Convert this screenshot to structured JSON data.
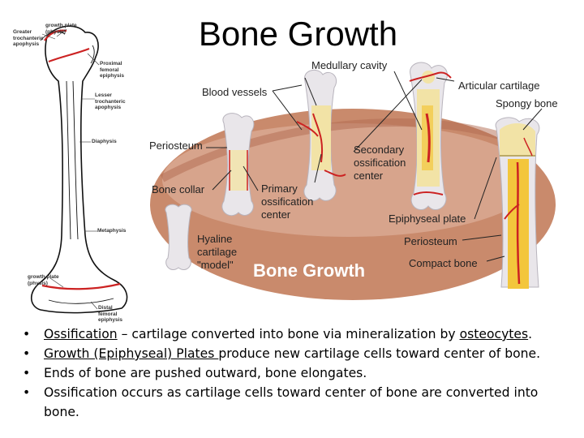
{
  "title": "Bone Growth",
  "femur_labels": {
    "greater_trochanteric": "Greater trochanteric apophysis",
    "growth_plate_top": "growth plate (physis)",
    "proximal_femoral": "Proximal femoral epiphysis",
    "lesser_trochanteric": "Lesser trochanteric apophysis",
    "diaphysis": "Diaphysis",
    "metaphysis": "Metaphysis",
    "growth_plate_bottom": "growth plate (physis)",
    "distal_femoral": "Distal femoral epiphysis"
  },
  "diagram_labels": {
    "medullary_cavity": "Medullary cavity",
    "articular_cartilage": "Articular cartilage",
    "blood_vessels": "Blood vessels",
    "spongy_bone": "Spongy bone",
    "periosteum_left": "Periosteum",
    "secondary_ossification": [
      "Secondary",
      "ossification",
      "center"
    ],
    "bone_collar": "Bone collar",
    "primary_ossification": [
      "Primary",
      "ossification",
      "center"
    ],
    "epiphyseal_plate": "Epiphyseal plate",
    "hyaline_cartilage": [
      "Hyaline",
      "cartilage",
      "\"model\""
    ],
    "periosteum_right": "Periosteum",
    "compact_bone": "Compact bone",
    "banner": "Bone Growth"
  },
  "bullets": [
    {
      "term": "Ossification",
      "mid": " – cartilage converted into bone via mineralization by ",
      "term2": "osteocytes",
      "end": "."
    },
    {
      "term": "Growth (Epiphyseal) Plates ",
      "rest": "produce new cartilage cells toward center of bone."
    },
    {
      "text": "Ends of bone are pushed outward, bone elongates."
    },
    {
      "text": "Ossification occurs as cartilage cells toward center of bone are converted into bone."
    }
  ],
  "colors": {
    "background": "#ffffff",
    "ellipse": "#c98a6c",
    "bone_fill": "#e9e6ea",
    "vessel": "#cc2222",
    "spongy": "#f2e3a6",
    "marrow": "#f3c63c"
  }
}
